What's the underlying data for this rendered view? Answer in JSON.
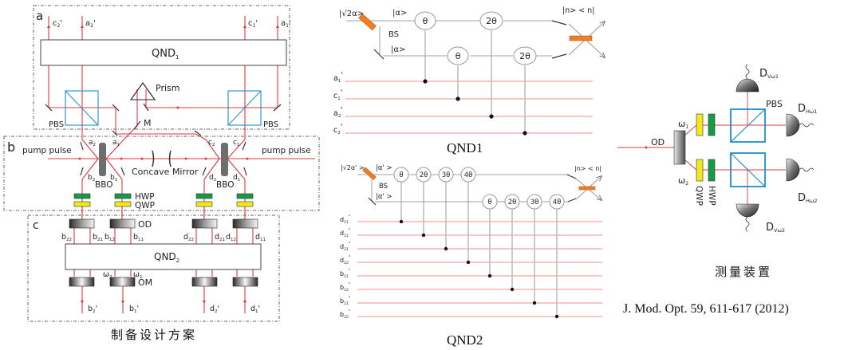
{
  "panels": {
    "preparation": {
      "caption": "制备设计方案",
      "section_a": {
        "letter": "a",
        "qnd_box": "QND",
        "qnd_sub": "1",
        "outputs": [
          {
            "name": "c",
            "sub": "2",
            "prime": "'"
          },
          {
            "name": "a",
            "sub": "2",
            "prime": "'"
          },
          {
            "name": "c",
            "sub": "1",
            "prime": "'"
          },
          {
            "name": "a",
            "sub": "1",
            "prime": "'"
          }
        ],
        "pbs_left": "PBS",
        "pbs_right": "PBS",
        "prism": "Prism",
        "mirror": "M"
      },
      "section_b": {
        "letter": "b",
        "pump_left": "pump pulse",
        "pump_right": "pump pulse",
        "concave_mirror": "Concave Mirror",
        "bbo_left": "BBO",
        "bbo_right": "BBO",
        "hwp": "HWP",
        "qwp": "QWP",
        "modes": [
          {
            "name": "a",
            "sub": "2"
          },
          {
            "name": "a",
            "sub": "1"
          },
          {
            "name": "b",
            "sub": "2"
          },
          {
            "name": "b",
            "sub": "1"
          },
          {
            "name": "c",
            "sub": "2"
          },
          {
            "name": "c",
            "sub": "1"
          },
          {
            "name": "d",
            "sub": "2"
          },
          {
            "name": "d",
            "sub": "1"
          }
        ]
      },
      "section_c": {
        "letter": "c",
        "od": "OD",
        "om": "OM",
        "qnd_box": "QND",
        "qnd_sub": "2",
        "top_labels": [
          {
            "name": "b",
            "sub": "22"
          },
          {
            "name": "b",
            "sub": "21"
          },
          {
            "name": "b",
            "sub": "12"
          },
          {
            "name": "b",
            "sub": "11"
          },
          {
            "name": "d",
            "sub": "22"
          },
          {
            "name": "d",
            "sub": "21"
          },
          {
            "name": "d",
            "sub": "12"
          },
          {
            "name": "d",
            "sub": "11"
          }
        ],
        "omega2": "ω",
        "omega2_sub": "2",
        "omega1": "ω",
        "omega1_sub": "1",
        "outputs": [
          {
            "name": "b",
            "sub": "2",
            "prime": "'"
          },
          {
            "name": "b",
            "sub": "1",
            "prime": "'"
          },
          {
            "name": "d",
            "sub": "2",
            "prime": "'"
          },
          {
            "name": "d",
            "sub": "1",
            "prime": "'"
          }
        ]
      }
    },
    "qnd1": {
      "caption": "QND1",
      "input": "|√2α>",
      "upper_arm": "|α>",
      "lower_arm": "|α>",
      "bs": "BS",
      "measure": "|n> < n|",
      "upper_gates": [
        "θ",
        "2θ"
      ],
      "lower_gates": [
        "θ",
        "2θ"
      ],
      "wires": [
        {
          "name": "a",
          "sub": "1",
          "prime": "'"
        },
        {
          "name": "c",
          "sub": "1",
          "prime": "'"
        },
        {
          "name": "a",
          "sub": "2",
          "prime": "'"
        },
        {
          "name": "c",
          "sub": "2",
          "prime": "'"
        }
      ]
    },
    "qnd2": {
      "caption": "QND2",
      "input": "|√2α' >",
      "upper_arm": "|α' >",
      "lower_arm": "|α' >",
      "bs": "BS",
      "measure": "|n> < n|",
      "upper_gates": [
        "θ",
        "2θ",
        "3θ",
        "4θ"
      ],
      "lower_gates": [
        "θ",
        "2θ",
        "3θ",
        "4θ"
      ],
      "wires": [
        {
          "name": "d",
          "sub": "11",
          "prime": "'"
        },
        {
          "name": "d",
          "sub": "12",
          "prime": "'"
        },
        {
          "name": "d",
          "sub": "21",
          "prime": "'"
        },
        {
          "name": "d",
          "sub": "22",
          "prime": "'"
        },
        {
          "name": "b",
          "sub": "11",
          "prime": "'"
        },
        {
          "name": "b",
          "sub": "12",
          "prime": "'"
        },
        {
          "name": "b",
          "sub": "21",
          "prime": "'"
        },
        {
          "name": "b",
          "sub": "22",
          "prime": "'"
        }
      ]
    },
    "measurement": {
      "caption": "测量装置",
      "citation": "J. Mod. Opt. 59, 611-617 (2012)",
      "od": "OD",
      "pbs": "PBS",
      "omega1": "ω",
      "omega1_sub": "1",
      "omega2": "ω",
      "omega2_sub": "2",
      "qwp": "QWP",
      "hwp": "HWP",
      "detectors": [
        {
          "name": "D",
          "sub": "Vω1"
        },
        {
          "name": "D",
          "sub": "Hω1"
        },
        {
          "name": "D",
          "sub": "Hω2"
        },
        {
          "name": "D",
          "sub": "Vω2"
        }
      ]
    }
  },
  "colors": {
    "beam": "#e0393e",
    "pbs": "#1b8fd0",
    "hwp": "#159a45",
    "qwp": "#f3e81a",
    "bs": "#ef7d22",
    "wire": "#f2a5a5",
    "gate_line": "#9a9a9a"
  }
}
